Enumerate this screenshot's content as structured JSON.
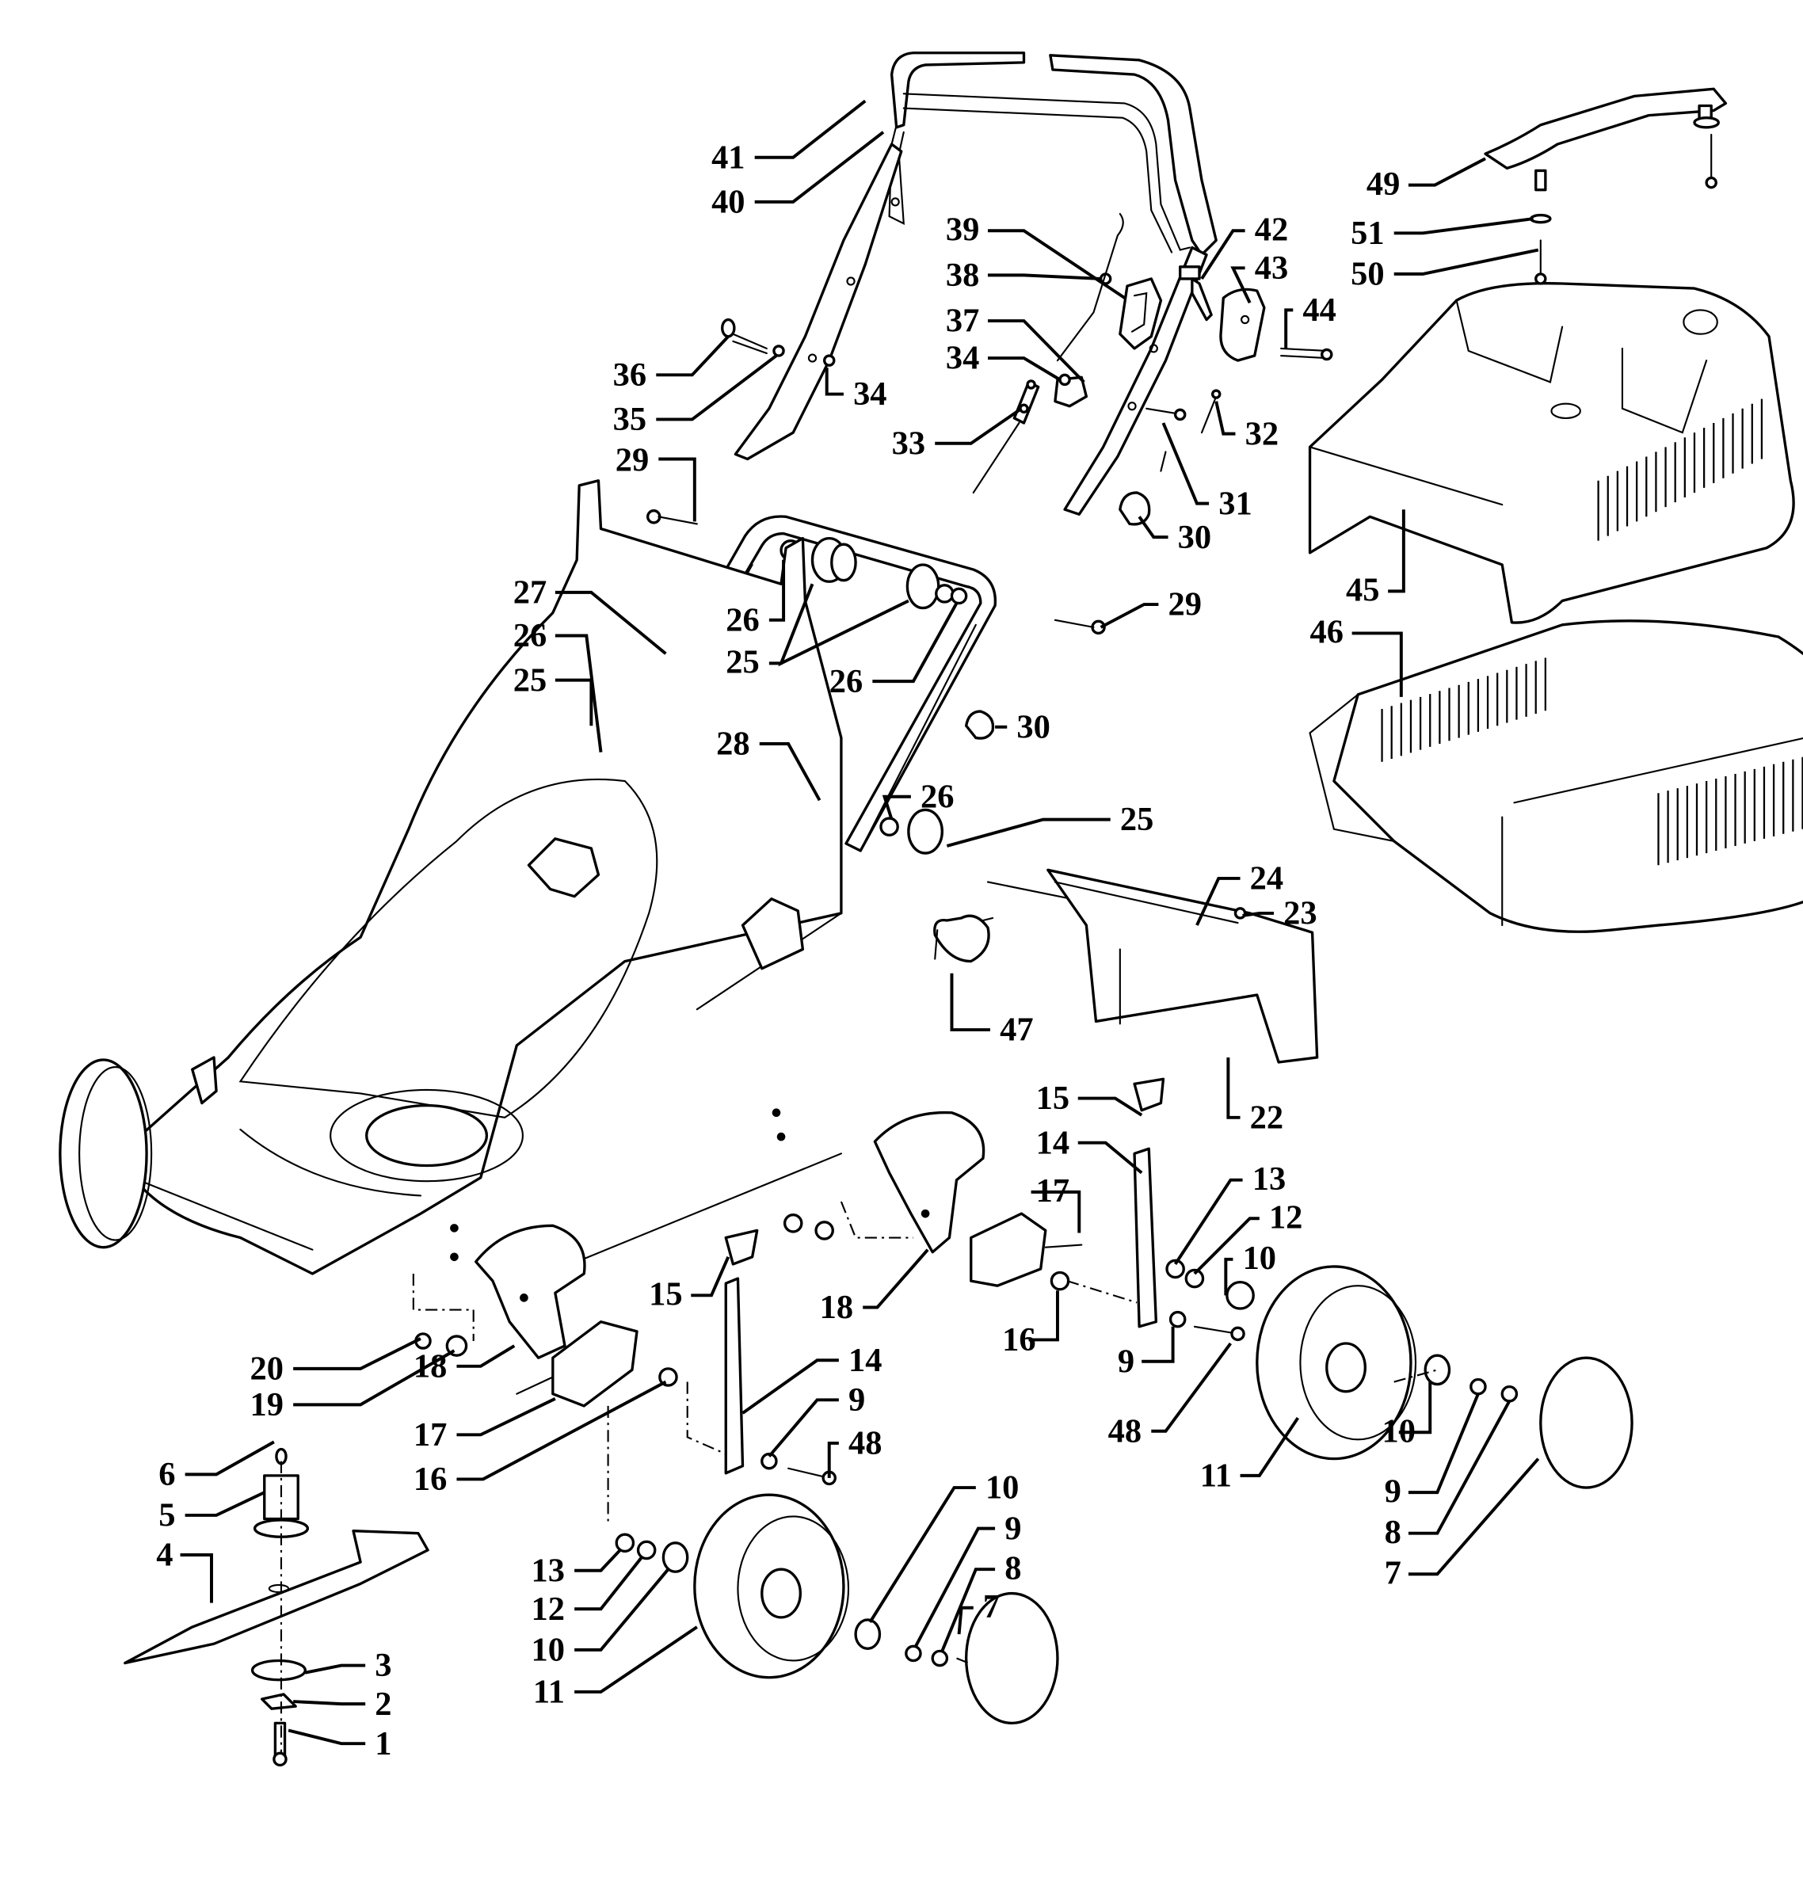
{
  "diagram": {
    "title": "Lawn mower exploded parts diagram",
    "callouts": [
      {
        "id": "c1",
        "label": "1",
        "part": "blade-bolt"
      },
      {
        "id": "c2",
        "label": "2",
        "part": "lock-washer"
      },
      {
        "id": "c3",
        "label": "3",
        "part": "blade-washer"
      },
      {
        "id": "c4",
        "label": "4",
        "part": "blade"
      },
      {
        "id": "c5",
        "label": "5",
        "part": "blade-adapter"
      },
      {
        "id": "c6",
        "label": "6",
        "part": "key"
      },
      {
        "id": "c7a",
        "label": "7",
        "part": "hub-cap"
      },
      {
        "id": "c7b",
        "label": "7",
        "part": "hub-cap"
      },
      {
        "id": "c8a",
        "label": "8",
        "part": "nut"
      },
      {
        "id": "c8b",
        "label": "8",
        "part": "nut"
      },
      {
        "id": "c9a",
        "label": "9",
        "part": "washer"
      },
      {
        "id": "c9b",
        "label": "9",
        "part": "washer"
      },
      {
        "id": "c9c",
        "label": "9",
        "part": "washer"
      },
      {
        "id": "c9d",
        "label": "9",
        "part": "washer"
      },
      {
        "id": "c10a",
        "label": "10",
        "part": "bushing"
      },
      {
        "id": "c10b",
        "label": "10",
        "part": "bushing"
      },
      {
        "id": "c10c",
        "label": "10",
        "part": "bushing"
      },
      {
        "id": "c10d",
        "label": "10",
        "part": "bushing"
      },
      {
        "id": "c11a",
        "label": "11",
        "part": "wheel"
      },
      {
        "id": "c11b",
        "label": "11",
        "part": "wheel"
      },
      {
        "id": "c12a",
        "label": "12",
        "part": "washer"
      },
      {
        "id": "c12b",
        "label": "12",
        "part": "washer"
      },
      {
        "id": "c13a",
        "label": "13",
        "part": "spacer"
      },
      {
        "id": "c13b",
        "label": "13",
        "part": "spacer"
      },
      {
        "id": "c14a",
        "label": "14",
        "part": "height-adjust-lever"
      },
      {
        "id": "c14b",
        "label": "14",
        "part": "height-adjust-lever"
      },
      {
        "id": "c15a",
        "label": "15",
        "part": "lever-grip"
      },
      {
        "id": "c15b",
        "label": "15",
        "part": "lever-grip"
      },
      {
        "id": "c16a",
        "label": "16",
        "part": "spacer-sleeve"
      },
      {
        "id": "c16b",
        "label": "16",
        "part": "spacer-sleeve"
      },
      {
        "id": "c17a",
        "label": "17",
        "part": "axle-bracket"
      },
      {
        "id": "c17b",
        "label": "17",
        "part": "axle-bracket"
      },
      {
        "id": "c18a",
        "label": "18",
        "part": "height-adjust-plate"
      },
      {
        "id": "c18b",
        "label": "18",
        "part": "height-adjust-plate"
      },
      {
        "id": "c19",
        "label": "19",
        "part": "washer"
      },
      {
        "id": "c20",
        "label": "20",
        "part": "nut"
      },
      {
        "id": "c22",
        "label": "22",
        "part": "rear-flap"
      },
      {
        "id": "c23",
        "label": "23",
        "part": "clip"
      },
      {
        "id": "c24",
        "label": "24",
        "part": "flap-rod"
      },
      {
        "id": "c25a",
        "label": "25",
        "part": "handle-knob"
      },
      {
        "id": "c25b",
        "label": "25",
        "part": "handle-knob"
      },
      {
        "id": "c25c",
        "label": "25",
        "part": "handle-knob"
      },
      {
        "id": "c26a",
        "label": "26",
        "part": "knob-washer"
      },
      {
        "id": "c26b",
        "label": "26",
        "part": "knob-washer"
      },
      {
        "id": "c26c",
        "label": "26",
        "part": "knob-washer"
      },
      {
        "id": "c26d",
        "label": "26",
        "part": "knob-washer"
      },
      {
        "id": "c27",
        "label": "27",
        "part": "lower-handle"
      },
      {
        "id": "c28",
        "label": "28",
        "part": "handle-bolt"
      },
      {
        "id": "c29a",
        "label": "29",
        "part": "handle-bolt"
      },
      {
        "id": "c29b",
        "label": "29",
        "part": "handle-bolt"
      },
      {
        "id": "c30a",
        "label": "30",
        "part": "cable-clip"
      },
      {
        "id": "c30b",
        "label": "30",
        "part": "cable-clip"
      },
      {
        "id": "c31",
        "label": "31",
        "part": "screw"
      },
      {
        "id": "c32",
        "label": "32",
        "part": "cable-tie"
      },
      {
        "id": "c33",
        "label": "33",
        "part": "cable-strain-relief"
      },
      {
        "id": "c34a",
        "label": "34",
        "part": "nut"
      },
      {
        "id": "c34b",
        "label": "34",
        "part": "nut"
      },
      {
        "id": "c35",
        "label": "35",
        "part": "washer"
      },
      {
        "id": "c36",
        "label": "36",
        "part": "eye-bolt"
      },
      {
        "id": "c37",
        "label": "37",
        "part": "cable-hook"
      },
      {
        "id": "c38",
        "label": "38",
        "part": "screw"
      },
      {
        "id": "c39",
        "label": "39",
        "part": "switch-box"
      },
      {
        "id": "c40",
        "label": "40",
        "part": "switch-bar"
      },
      {
        "id": "c41",
        "label": "41",
        "part": "upper-handle"
      },
      {
        "id": "c42",
        "label": "42",
        "part": "switch-lever"
      },
      {
        "id": "c43",
        "label": "43",
        "part": "switch-housing"
      },
      {
        "id": "c44",
        "label": "44",
        "part": "screw"
      },
      {
        "id": "c45",
        "label": "45",
        "part": "catcher-top"
      },
      {
        "id": "c46",
        "label": "46",
        "part": "catcher-bottom"
      },
      {
        "id": "c47",
        "label": "47",
        "part": "torsion-spring"
      },
      {
        "id": "c48a",
        "label": "48",
        "part": "bolt"
      },
      {
        "id": "c48b",
        "label": "48",
        "part": "bolt"
      },
      {
        "id": "c49",
        "label": "49",
        "part": "catcher-handle"
      },
      {
        "id": "c50",
        "label": "50",
        "part": "screw"
      },
      {
        "id": "c51",
        "label": "51",
        "part": "washer"
      }
    ]
  }
}
